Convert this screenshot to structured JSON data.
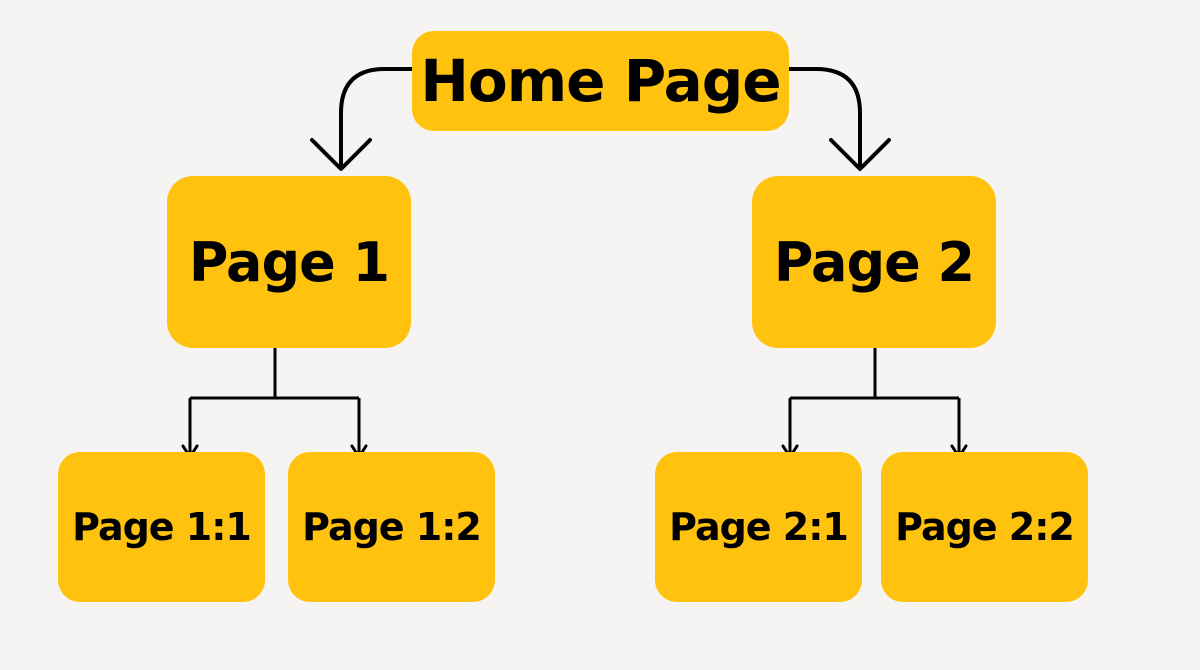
{
  "diagram": {
    "nodes": {
      "home": "Home Page",
      "page1": "Page 1",
      "page2": "Page 2",
      "page1_1": "Page 1:1",
      "page1_2": "Page 1:2",
      "page2_1": "Page 2:1",
      "page2_2": "Page 2:2"
    },
    "edges": [
      {
        "from": "Home Page",
        "to": "Page 1"
      },
      {
        "from": "Home Page",
        "to": "Page 2"
      },
      {
        "from": "Page 1",
        "to": "Page 1:1"
      },
      {
        "from": "Page 1",
        "to": "Page 1:2"
      },
      {
        "from": "Page 2",
        "to": "Page 2:1"
      },
      {
        "from": "Page 2",
        "to": "Page 2:2"
      }
    ],
    "colors": {
      "background": "#f5f4f2",
      "node_fill": "#ffc20e",
      "text": "#000000",
      "connector": "#000000"
    }
  }
}
